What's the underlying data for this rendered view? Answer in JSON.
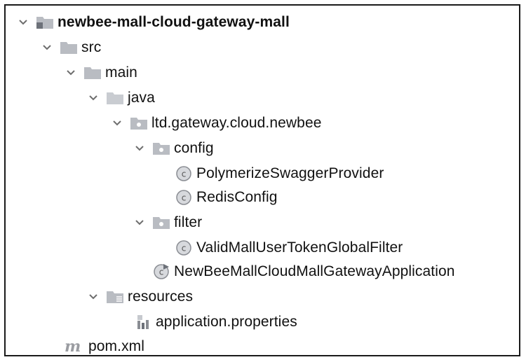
{
  "tree": {
    "root": {
      "label": "newbee-mall-cloud-gateway-mall",
      "icon": "module-folder-icon"
    },
    "src": {
      "label": "src",
      "icon": "folder-icon"
    },
    "main": {
      "label": "main",
      "icon": "folder-icon"
    },
    "java": {
      "label": "java",
      "icon": "source-folder-icon"
    },
    "package": {
      "label": "ltd.gateway.cloud.newbee",
      "icon": "package-icon"
    },
    "config": {
      "label": "config",
      "icon": "package-icon"
    },
    "class_swagger": {
      "label": "PolymerizeSwaggerProvider",
      "icon": "class-icon"
    },
    "class_redis": {
      "label": "RedisConfig",
      "icon": "class-icon"
    },
    "filter": {
      "label": "filter",
      "icon": "package-icon"
    },
    "class_filter": {
      "label": "ValidMallUserTokenGlobalFilter",
      "icon": "class-icon"
    },
    "class_app": {
      "label": "NewBeeMallCloudMallGatewayApplication",
      "icon": "runnable-class-icon"
    },
    "resources": {
      "label": "resources",
      "icon": "resources-folder-icon"
    },
    "properties": {
      "label": "application.properties",
      "icon": "properties-file-icon"
    },
    "pom": {
      "label": "pom.xml",
      "icon": "maven-icon"
    }
  },
  "colors": {
    "folder": "#b9bcc2",
    "text": "#111111",
    "chevron": "#6e6e6e",
    "class_icon": "#8a8d93",
    "border": "#1a1a1a"
  }
}
